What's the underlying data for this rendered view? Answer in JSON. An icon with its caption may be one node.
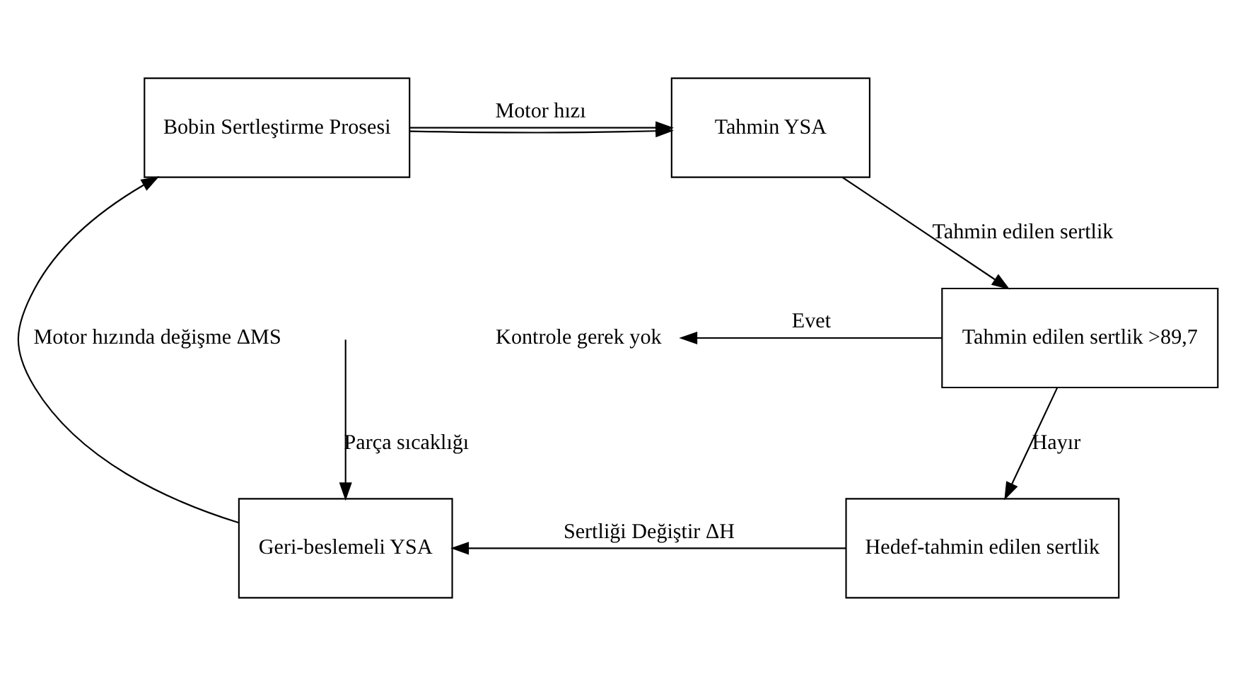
{
  "diagram": {
    "nodes": [
      {
        "text": [
          "Bobin Sertleştirme Prosesi"
        ]
      },
      {
        "text": [
          "Tahmin YSA"
        ]
      },
      {
        "text": [
          "Tahmin edilen sertlik >89,7"
        ]
      },
      {
        "text": [
          "Kontrole gerek yok"
        ]
      },
      {
        "text": [
          "Geri-beslemeli YSA"
        ]
      },
      {
        "text": [
          "Hedef-tahmin edilen sertlik"
        ]
      }
    ],
    "edges": [
      {
        "from": 0,
        "to": 1,
        "arrow": "to",
        "label": "Motor hızı"
      },
      {
        "from": 0,
        "to": 1,
        "arrow": "to"
      },
      {
        "from": null,
        "to": 4,
        "arrow": "to",
        "label": "Parça sıcaklığı"
      },
      {
        "from": 1,
        "to": 2,
        "arrow": "to",
        "label": "Tahmin edilen sertlik"
      },
      {
        "from": 2,
        "to": 3,
        "arrow": "to",
        "label": "Evet"
      },
      {
        "from": 2,
        "to": 5,
        "arrow": "to",
        "label": "Hayır"
      },
      {
        "from": 5,
        "to": 4,
        "arrow": "to",
        "label": "Sertliği Değiştir ΔH"
      },
      {
        "from": 4,
        "to": 0,
        "arrow": "to",
        "label": "Motor hızında değişme ΔMS"
      }
    ]
  }
}
